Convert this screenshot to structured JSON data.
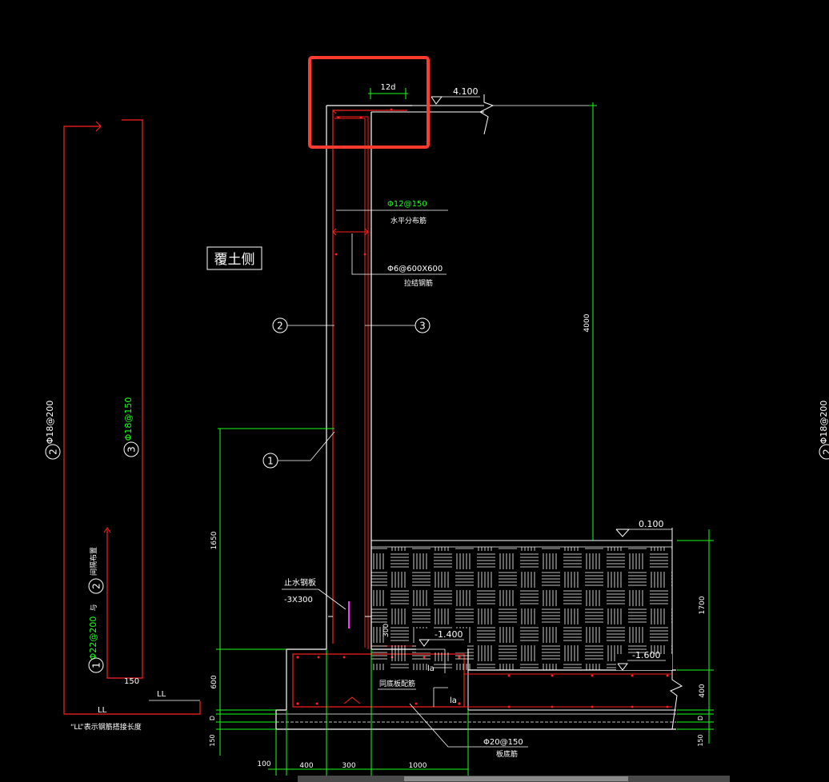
{
  "labels": {
    "dim_12d": "12d",
    "elev_top": "4.100",
    "rebar_horizontal": "Φ12@150",
    "rebar_horizontal_desc": "水平分布筋",
    "rebar_tie": "Φ6@600X600",
    "rebar_tie_desc": "拉结钢筋",
    "soil_side": "覆土侧",
    "callout_1": "1",
    "callout_2": "2",
    "callout_3": "3",
    "dim_4000": "4000",
    "elev_ground": "0.100",
    "dim_1650": "1650",
    "dim_1700": "1700",
    "waterstop_title": "止水钢板",
    "waterstop_size": "-3X300",
    "elev_1400": "-1.400",
    "elev_1600": "-1.600",
    "dim_300": "300",
    "la_1": "la",
    "la_2": "la",
    "footing_rebar_title": "同底板配筋",
    "dim_600": "600",
    "dim_400_right": "400",
    "dim_D": "D",
    "dim_D_right": "D",
    "dim_150": "150",
    "dim_150_right": "150",
    "bottom_rebar": "Φ20@150",
    "bottom_rebar_desc": "板底筋",
    "dim_100": "100",
    "dim_400": "400",
    "dim_300_bottom": "300",
    "dim_1000": "1000",
    "left_rebar_2": "Φ18@200",
    "left_rebar_3": "Φ18@150",
    "left_rebar_1": "Φ22@200",
    "left_yu": "与",
    "left_alt": "间隔布置",
    "left_150": "150",
    "left_LL_1": "LL",
    "left_LL_2": "LL",
    "left_note": "“LL”表示钢筋搭接长度",
    "right_edge_2": "2",
    "right_edge_rebar": "Φ18@200"
  },
  "colors": {
    "background": "#000000",
    "rebar": "#ff2020",
    "dimension": "#19ff19",
    "outline": "#ffffff",
    "highlight": "#ff3b2f",
    "waterstop": "#ff33ff"
  }
}
